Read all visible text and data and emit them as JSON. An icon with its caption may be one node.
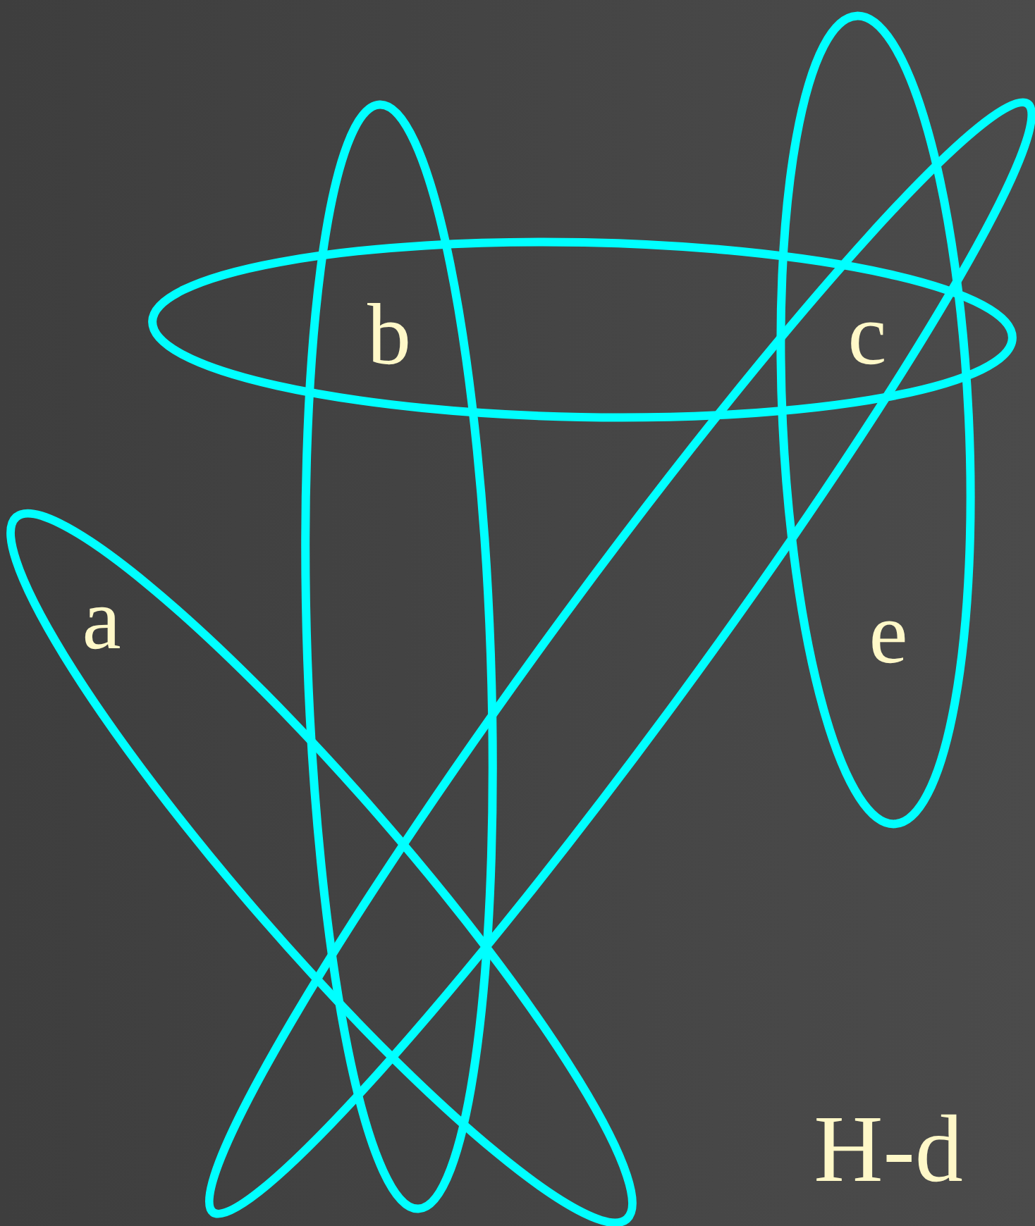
{
  "diagram": {
    "labels": [
      "b",
      "c",
      "a",
      "e",
      "H-d"
    ]
  }
}
